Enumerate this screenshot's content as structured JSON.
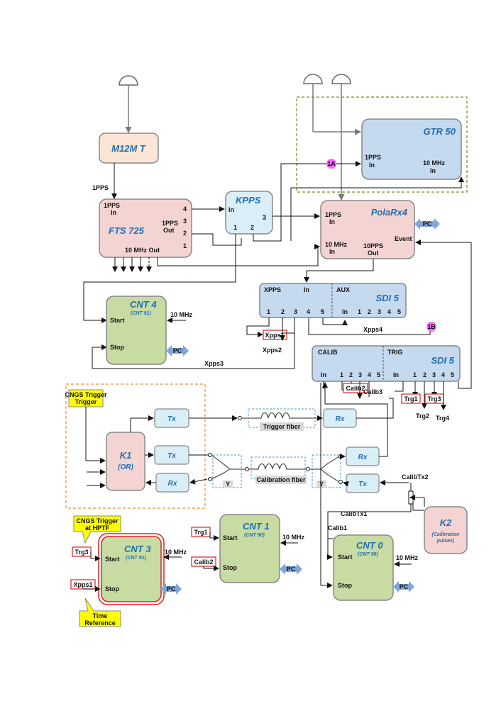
{
  "boxes": {
    "gtr50": {
      "title": "GTR 50",
      "in_1pps": "1PPS",
      "in_1pps_b": "In",
      "in_10mhz": "10 MHz",
      "in_10mhz_b": "In"
    },
    "m12mt": {
      "title": "M12M T"
    },
    "fts725": {
      "title": "FTS 725",
      "in1": "1PPS",
      "in2": "In",
      "out1": "1PPS",
      "out2": "Out",
      "p4": "4",
      "p3": "3",
      "p2": "2",
      "p1": "1",
      "mhz": "10 MHz Out"
    },
    "kpps": {
      "title": "KPPS",
      "in": "In",
      "p1": "1",
      "p2": "2",
      "p3": "3"
    },
    "polarx4": {
      "title": "PolaRx4",
      "in1": "1PPS",
      "in1b": "In",
      "mhz": "10 MHz",
      "mhzb": "In",
      "pps": "10PPS",
      "ppsb": "Out",
      "event": "Event"
    },
    "sdi5a": {
      "title": "SDI 5",
      "xpps": "XPPS",
      "in": "In",
      "aux": "AUX",
      "auxin": "In",
      "pins": [
        "1",
        "2",
        "3",
        "4",
        "5"
      ],
      "auxpins": [
        "1",
        "2",
        "3",
        "4",
        "5"
      ]
    },
    "sdi5b": {
      "title": "SDI 5",
      "calib": "CALIB",
      "trig": "TRIG",
      "in": "In",
      "pins": [
        "1",
        "2",
        "3",
        "4",
        "5"
      ],
      "tin": "In",
      "tpins": [
        "1",
        "2",
        "3",
        "4",
        "5"
      ]
    },
    "cnt4": {
      "title": "CNT 4",
      "sub": "(CNT 91)",
      "start": "Start",
      "stop": "Stop",
      "mhz": "10 MHz"
    },
    "cnt3": {
      "title": "CNT 3",
      "sub": "(CNT 91)",
      "start": "Start",
      "stop": "Stop",
      "mhz": "10 MHz"
    },
    "cnt1": {
      "title": "CNT 1",
      "sub": "(CNT 90)",
      "start": "Start",
      "stop": "Stop",
      "mhz": "10 MHz"
    },
    "cnt0": {
      "title": "CNT 0",
      "sub": "(CNT 90)",
      "start": "Start",
      "stop": "Stop",
      "mhz": "10 MHz"
    },
    "k1": {
      "title": "K1",
      "sub": "(OR)"
    },
    "k2": {
      "title": "K2",
      "sub": "(Calibration pulses)"
    },
    "tx1": "Tx",
    "tx2": "Tx",
    "rx1": "Rx",
    "rx2": "Rx",
    "rx3": "Rx",
    "tx3": "Tx"
  },
  "signals": {
    "pps1": "1PPS",
    "xpps1": "Xpps1",
    "xpps2": "Xpps2",
    "xpps3": "Xpps3",
    "xpps4": "Xpps4",
    "calib2": "Calib2",
    "calib3": "Calib3",
    "trg1": "Trg1",
    "trg2": "Trg2",
    "trg3": "Trg3",
    "trg4": "Trg4",
    "calibtx1": "CalibTx1",
    "calibtx2": "CalibTx2",
    "calib1": "Calib1",
    "trg1b": "Trg1",
    "calib2b": "Calib2",
    "trg3b": "Trg3",
    "xpps1b": "Xpps1",
    "badge1a": "1A",
    "badge1b": "1B",
    "pc": "PC",
    "y": "Y"
  },
  "fibers": {
    "trigger": "Trigger fiber",
    "calibration": "Calibration fiber"
  },
  "notes": {
    "cngs": "CNGS Trigger",
    "cngs_hptf1": "CNGS Trigger",
    "cngs_hptf2": "at HPTF",
    "time1": "Time",
    "time2": "Reference"
  },
  "colors": {
    "blue_box": "#c5d9ef",
    "orange_box": "#fbe5d6",
    "pink_box": "#f4d4d2",
    "green_box": "#c8dba2",
    "light_blue": "#d9eef6",
    "title_blue": "#1f6fb5",
    "yellow": "#ffff00",
    "magenta": "#ff66ff",
    "pc_arrow": "#7fa6d6",
    "cnt3_border": "#e02020"
  }
}
